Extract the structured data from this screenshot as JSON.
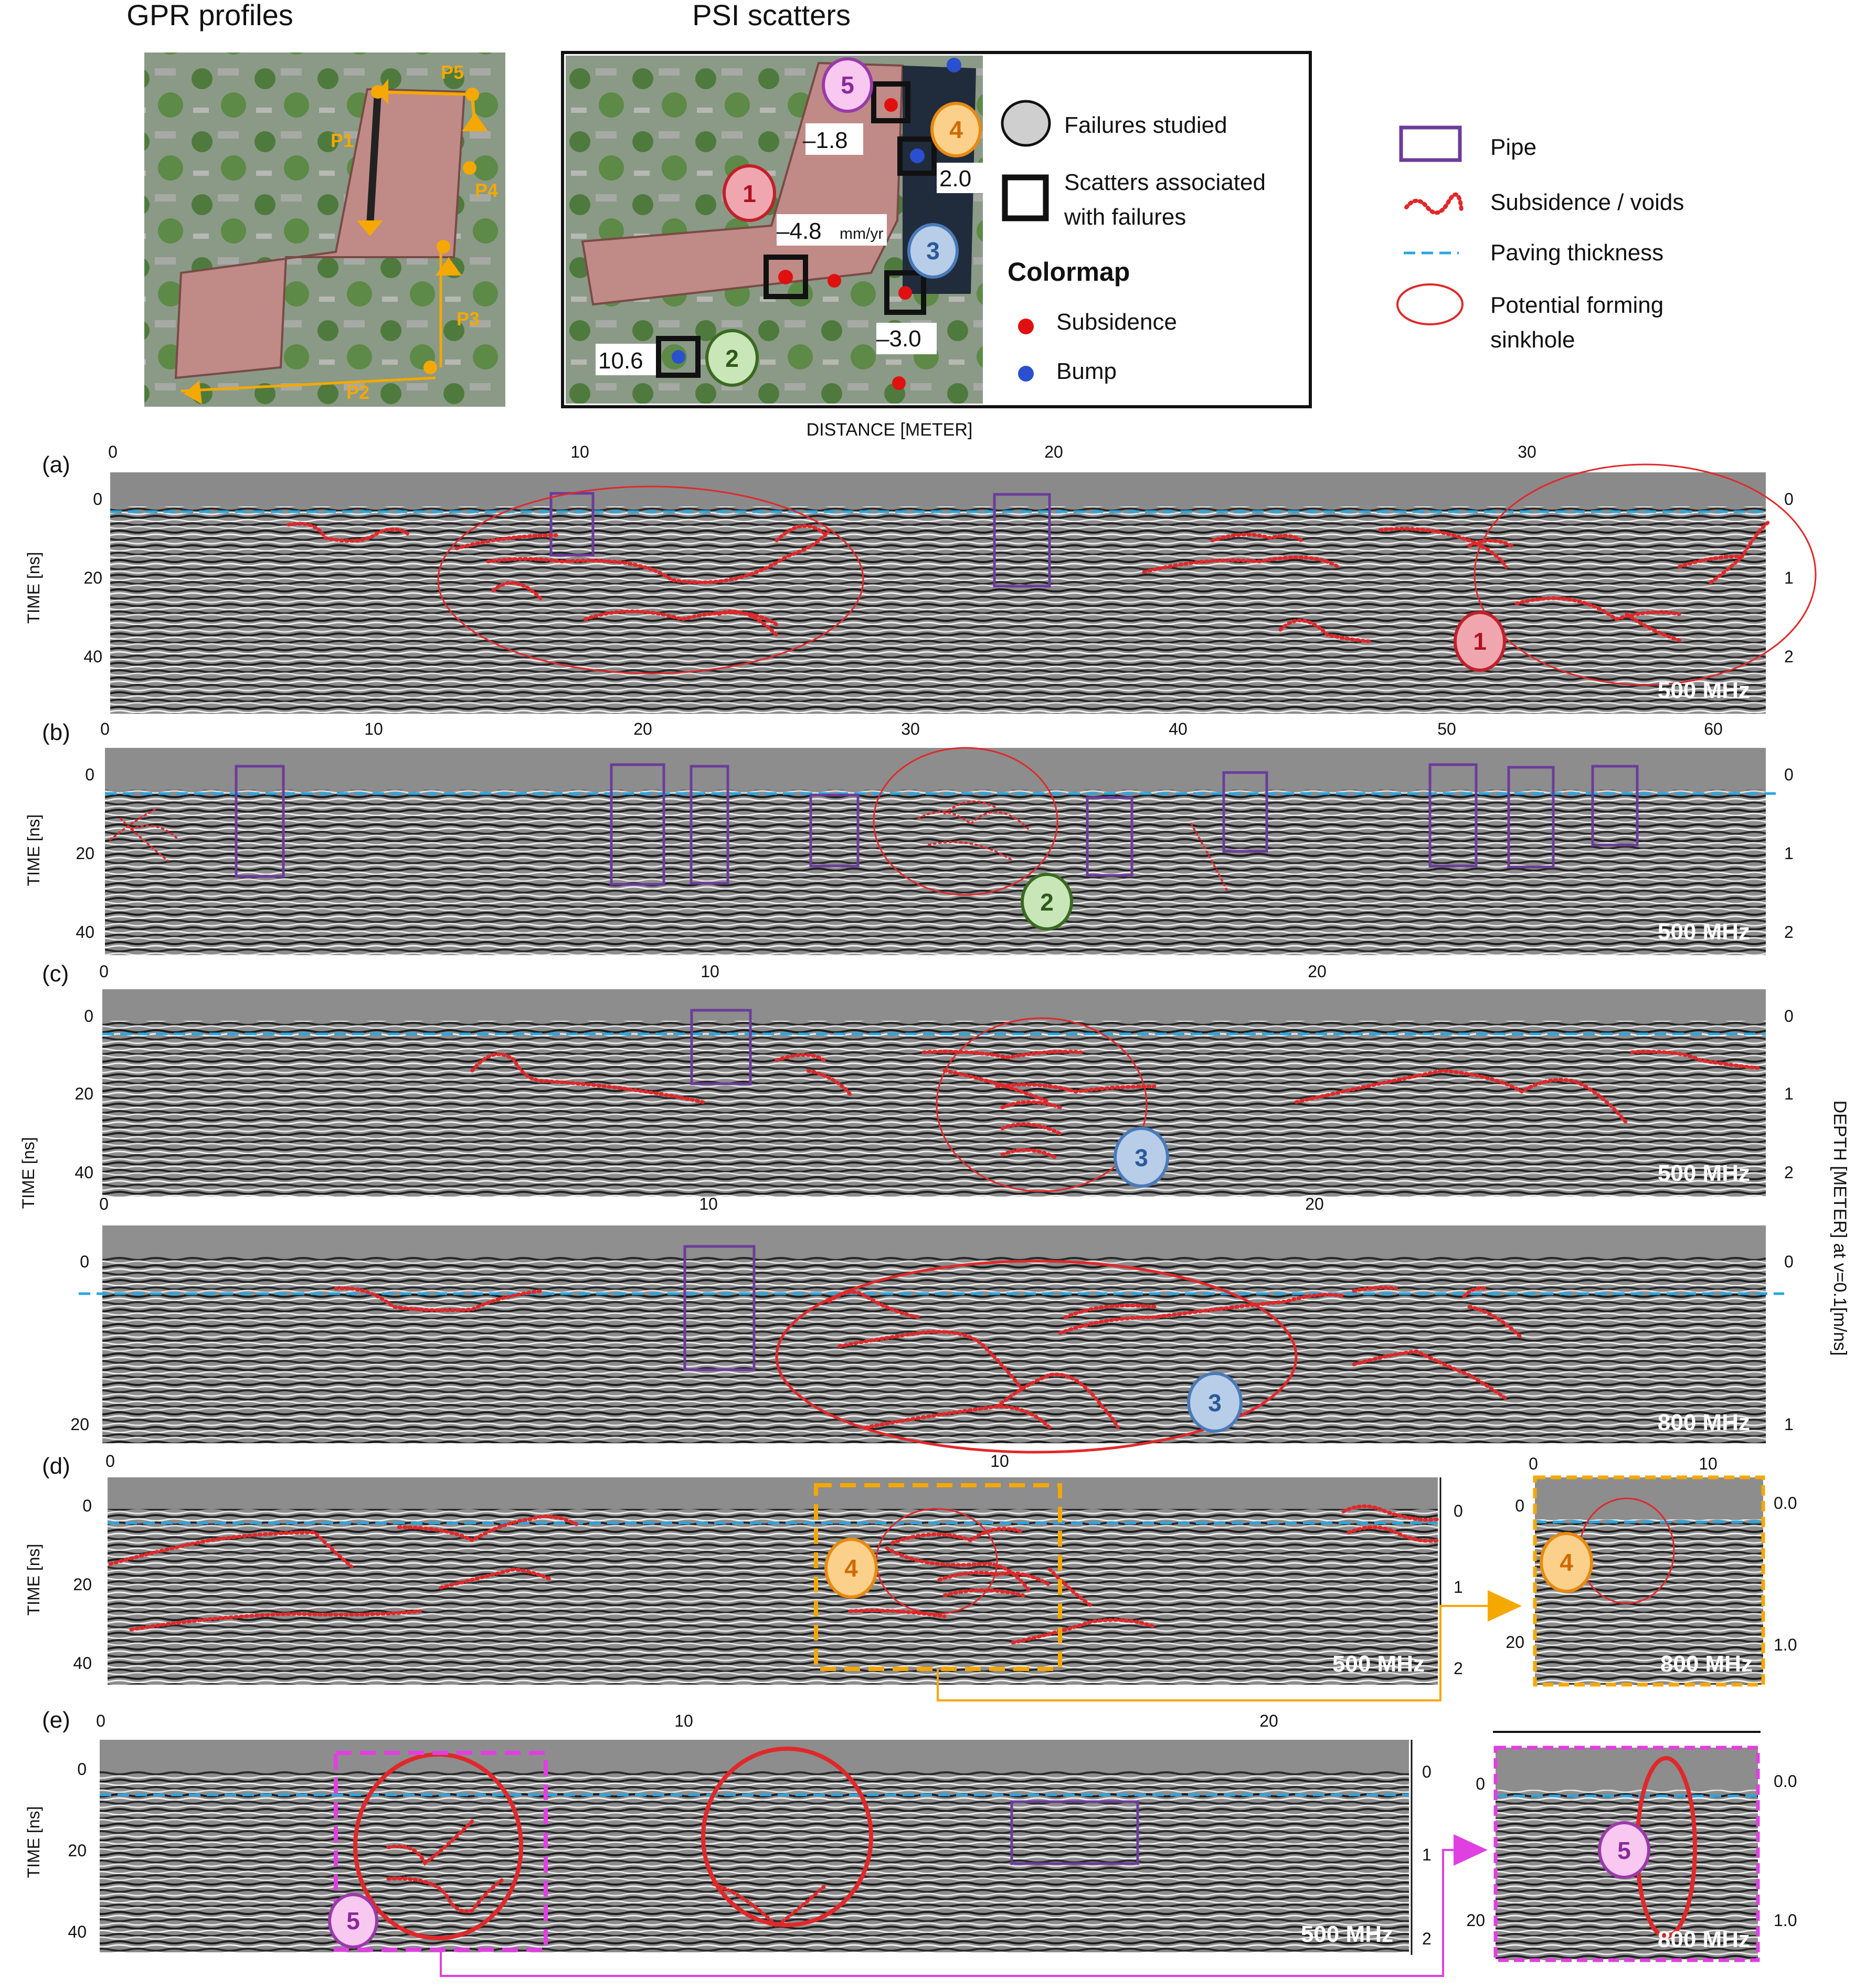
{
  "headers": {
    "gpr": "GPR profiles",
    "psi": "PSI scatters",
    "distance_axis": "DISTANCE [METER]",
    "depth_axis": "DEPTH [METER] at v=0.1[m/ns]"
  },
  "gpr_profile_labels": [
    "P1",
    "P2",
    "P3",
    "P4",
    "P5"
  ],
  "psi_map": {
    "values": [
      "–1.8",
      "2.0",
      "–4.8",
      "mm/yr",
      "–3.0",
      "10.6"
    ],
    "legend": {
      "failures": "Failures studied",
      "scatters_line1": "Scatters associated",
      "scatters_line2": "with failures",
      "colormap": "Colormap",
      "subsidence": "Subsidence",
      "bump": "Bump"
    },
    "colors": {
      "subsidence": "#e01010",
      "bump": "#2a50d0"
    }
  },
  "failure_markers": [
    {
      "n": "1",
      "fill": "#f0a6ae",
      "stroke": "#c0202a",
      "text": "#b01020"
    },
    {
      "n": "2",
      "fill": "#c8e6b8",
      "stroke": "#3a6a20",
      "text": "#2e5a18"
    },
    {
      "n": "3",
      "fill": "#b8cde8",
      "stroke": "#4a7ab8",
      "text": "#2a5a98"
    },
    {
      "n": "4",
      "fill": "#fbd08a",
      "stroke": "#e88a10",
      "text": "#d06a00"
    },
    {
      "n": "5",
      "fill": "#f8c8f0",
      "stroke": "#9a3aa8",
      "text": "#8a2a98"
    }
  ],
  "legend": {
    "pipe": "Pipe",
    "voids": "Subsidence / voids",
    "paving": "Paving thickness",
    "sinkhole_line1": "Potential forming",
    "sinkhole_line2": "sinkhole",
    "colors": {
      "pipe": "#6a3d9a",
      "voids": "#e0282a",
      "paving": "#2aa6e0",
      "sinkhole": "#e0282a"
    }
  },
  "panels": {
    "a": {
      "label": "(a)",
      "freq": "500 MHz",
      "ylabel": "TIME [ns]",
      "x_ticks": [
        "0",
        "10",
        "20",
        "30"
      ],
      "y_ticks": [
        "0",
        "20",
        "40"
      ],
      "depth_ticks": [
        "0",
        "1",
        "2"
      ]
    },
    "b": {
      "label": "(b)",
      "freq": "500 MHz",
      "ylabel": "TIME [ns]",
      "x_ticks": [
        "0",
        "10",
        "20",
        "30",
        "40",
        "50",
        "60"
      ],
      "y_ticks": [
        "0",
        "20",
        "40"
      ],
      "depth_ticks": [
        "0",
        "1",
        "2"
      ]
    },
    "c": {
      "label": "(c)",
      "freq": "500 MHz",
      "ylabel": "TIME [ns]",
      "x_ticks": [
        "0",
        "10",
        "20"
      ],
      "y_ticks": [
        "0",
        "20",
        "40"
      ],
      "depth_ticks": [
        "0",
        "1",
        "2"
      ]
    },
    "c2": {
      "freq": "800 MHz",
      "x_ticks": [
        "0",
        "10",
        "20"
      ],
      "y_ticks": [
        "0",
        "20"
      ],
      "depth_ticks": [
        "0",
        "1"
      ]
    },
    "d": {
      "label": "(d)",
      "freq": "500 MHz",
      "ylabel": "TIME [ns]",
      "x_ticks": [
        "0",
        "10"
      ],
      "y_ticks": [
        "0",
        "20",
        "40"
      ],
      "depth_ticks": [
        "0",
        "1",
        "2"
      ]
    },
    "d_inset": {
      "freq": "800 MHz",
      "x_ticks": [
        "0",
        "10"
      ],
      "y_ticks": [
        "0",
        "20"
      ],
      "depth_ticks": [
        "0.0",
        "1.0"
      ]
    },
    "e": {
      "label": "(e)",
      "freq": "500 MHz",
      "ylabel": "TIME [ns]",
      "x_ticks": [
        "0",
        "10",
        "20"
      ],
      "y_ticks": [
        "0",
        "20",
        "40"
      ],
      "depth_ticks": [
        "0",
        "1",
        "2"
      ]
    },
    "e_inset": {
      "freq": "800 MHz",
      "y_ticks": [
        "0",
        "20"
      ],
      "depth_ticks": [
        "0.0",
        "1.0"
      ]
    }
  }
}
